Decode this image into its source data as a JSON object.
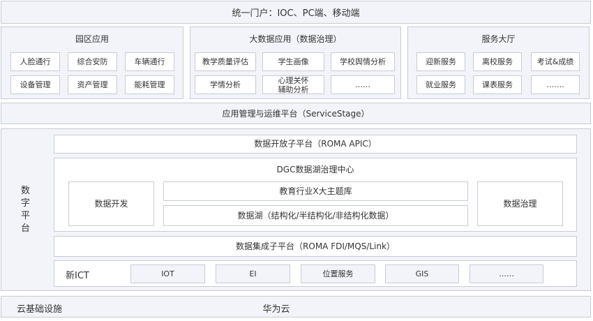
{
  "portal": {
    "title": "统一门户：IOC、PC端、移动端"
  },
  "campus_app": {
    "title": "园区应用",
    "items": [
      "人脸通行",
      "综合安防",
      "车辆通行",
      "设备管理",
      "资产管理",
      "能耗管理"
    ]
  },
  "bigdata_app": {
    "title": "大数据应用（数据治理）",
    "items": [
      "教学质量评估",
      "学生画像",
      "学校舆情分析",
      "学情分析",
      "心理关怀\n辅助分析",
      "……"
    ]
  },
  "service_hall": {
    "title": "服务大厅",
    "items": [
      "迎新服务",
      "离校服务",
      "考试&成绩",
      "就业服务",
      "课表服务",
      "……."
    ]
  },
  "app_mgmt": {
    "title": "应用管理与运维平台（ServiceStage）"
  },
  "digital_platform": {
    "label": "数\n字\n平\n台",
    "open_platform": "数据开放子平台（ROMA APIC）",
    "dgc": {
      "title": "DGC数据湖治理中心",
      "dev": "数据开发",
      "theme_lib": "教育行业X大主题库",
      "lake": "数据湖（结构化/半结构化/非结构化数据）",
      "governance": "数据治理"
    },
    "integration": "数据集成子平台（ROMA FDI/MQS/Link）",
    "new_ict": {
      "label": "新ICT",
      "items": [
        "IOT",
        "EI",
        "位置服务",
        "GIS",
        "……"
      ]
    }
  },
  "infra": {
    "label": "云基础设施",
    "provider": "华为云"
  }
}
